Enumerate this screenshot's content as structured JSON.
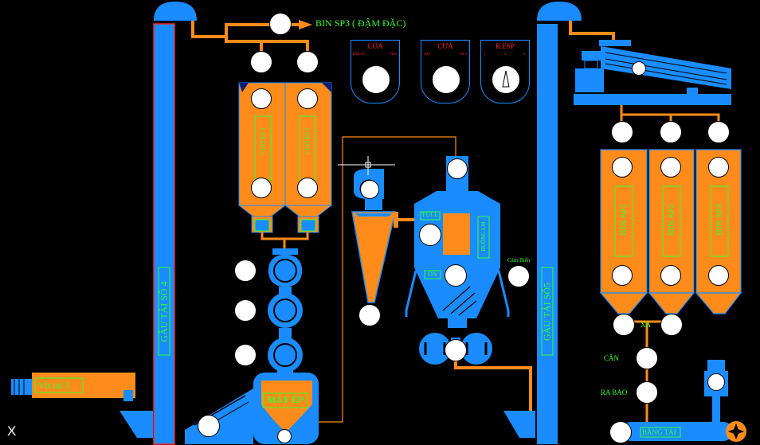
{
  "colors": {
    "background": "#000000",
    "conveyor_blue": "#1a8cff",
    "machine_orange": "#ff8c1a",
    "pipe_orange": "#ff8c1a",
    "label_green": "#33ff33",
    "alarm_red": "#ff2020",
    "indicator_fill": "#ffffff",
    "panel_navy": "#0a1f7a"
  },
  "labels": {
    "bin_sp3_dam_dac": "BIN SP3 ( ĐẬM ĐẶC)",
    "cho_ep_1": "CHỜ ÉP 1",
    "cho_ep_2": "CHỜ ÉP 2",
    "gau_tai_4": "GẦU TẢI SỐ 4",
    "gau_tai_5": "GẦU TẢI SỐ5",
    "may_ep": "MÁY ÉP",
    "vit_tai_5": "Vít tải 5",
    "full": "FULL",
    "on": "ON",
    "buong_lm": "BUỒNG LM",
    "cam_bien": "Cảm Biến",
    "bin_sp1": "BIN SP1",
    "bin_sp2": "BIN SP2",
    "bin_sp3": "BIN SP3",
    "xa": "XẢ",
    "can": "CÂN",
    "ra_bao": "RA BAO",
    "bang_tai": "BĂNG TẢI",
    "close_x": "X"
  },
  "panels": [
    {
      "title": "CỬA",
      "left": "Đậm Đ",
      "right": "Viên"
    },
    {
      "title": "CỬA",
      "left": "Số 1",
      "right": "Số 2"
    },
    {
      "title": "R.ESP",
      "left": "1",
      "mid": "2",
      "right": "3"
    }
  ]
}
